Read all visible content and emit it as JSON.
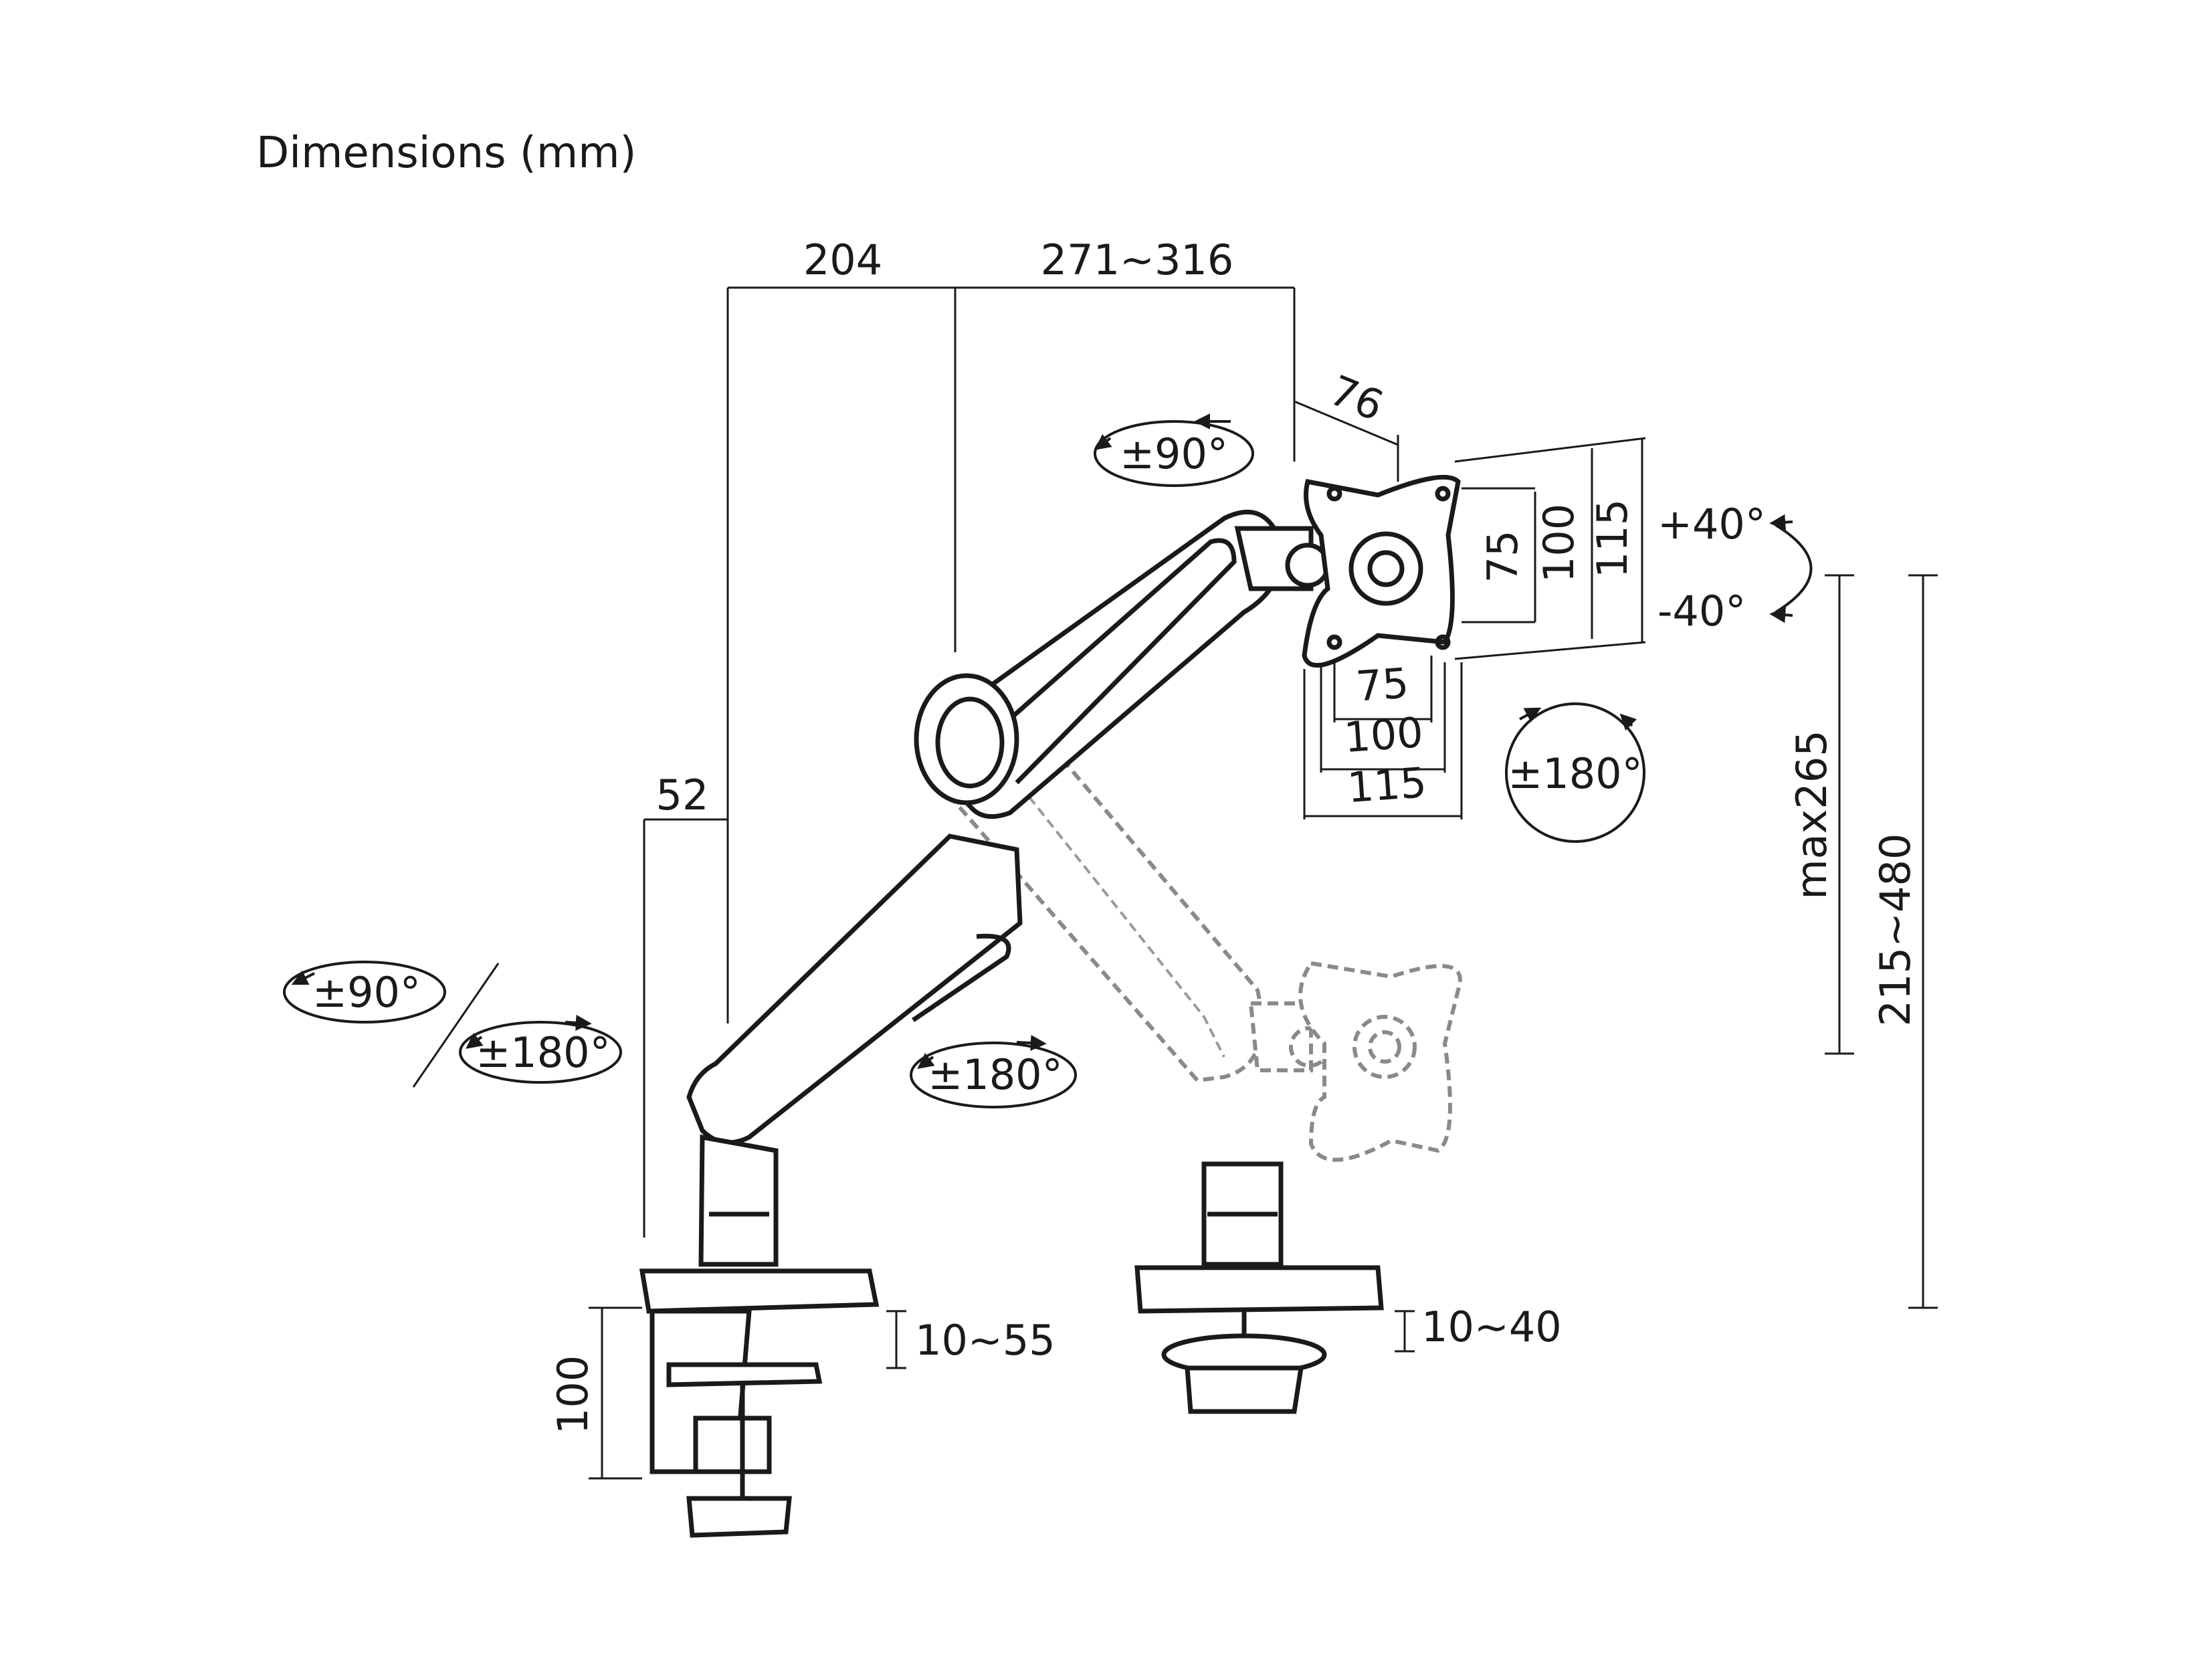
{
  "title": "Dimensions (mm)",
  "dimensions": {
    "arm_segment_1": "204",
    "arm_segment_2": "271~316",
    "head_offset": "76",
    "pole_offset": "52",
    "vesa_v_75": "75",
    "vesa_v_100": "100",
    "vesa_v_115": "115",
    "vesa_h_75": "75",
    "vesa_h_100": "100",
    "vesa_h_115": "115",
    "max_height": "max265",
    "height_range": "215~480",
    "clamp_height": "100",
    "clamp_range": "10~55",
    "grommet_range": "10~40"
  },
  "rotations": {
    "head_swivel": "±90°",
    "tilt_up": "+40°",
    "tilt_down": "-40°",
    "head_rotate": "±180°",
    "base_swivel": "±90°",
    "base_rotate": "±180°",
    "arm_rotate": "±180°"
  },
  "colors": {
    "line": "#1a1a1a",
    "ghost": "#8a8a8a"
  }
}
